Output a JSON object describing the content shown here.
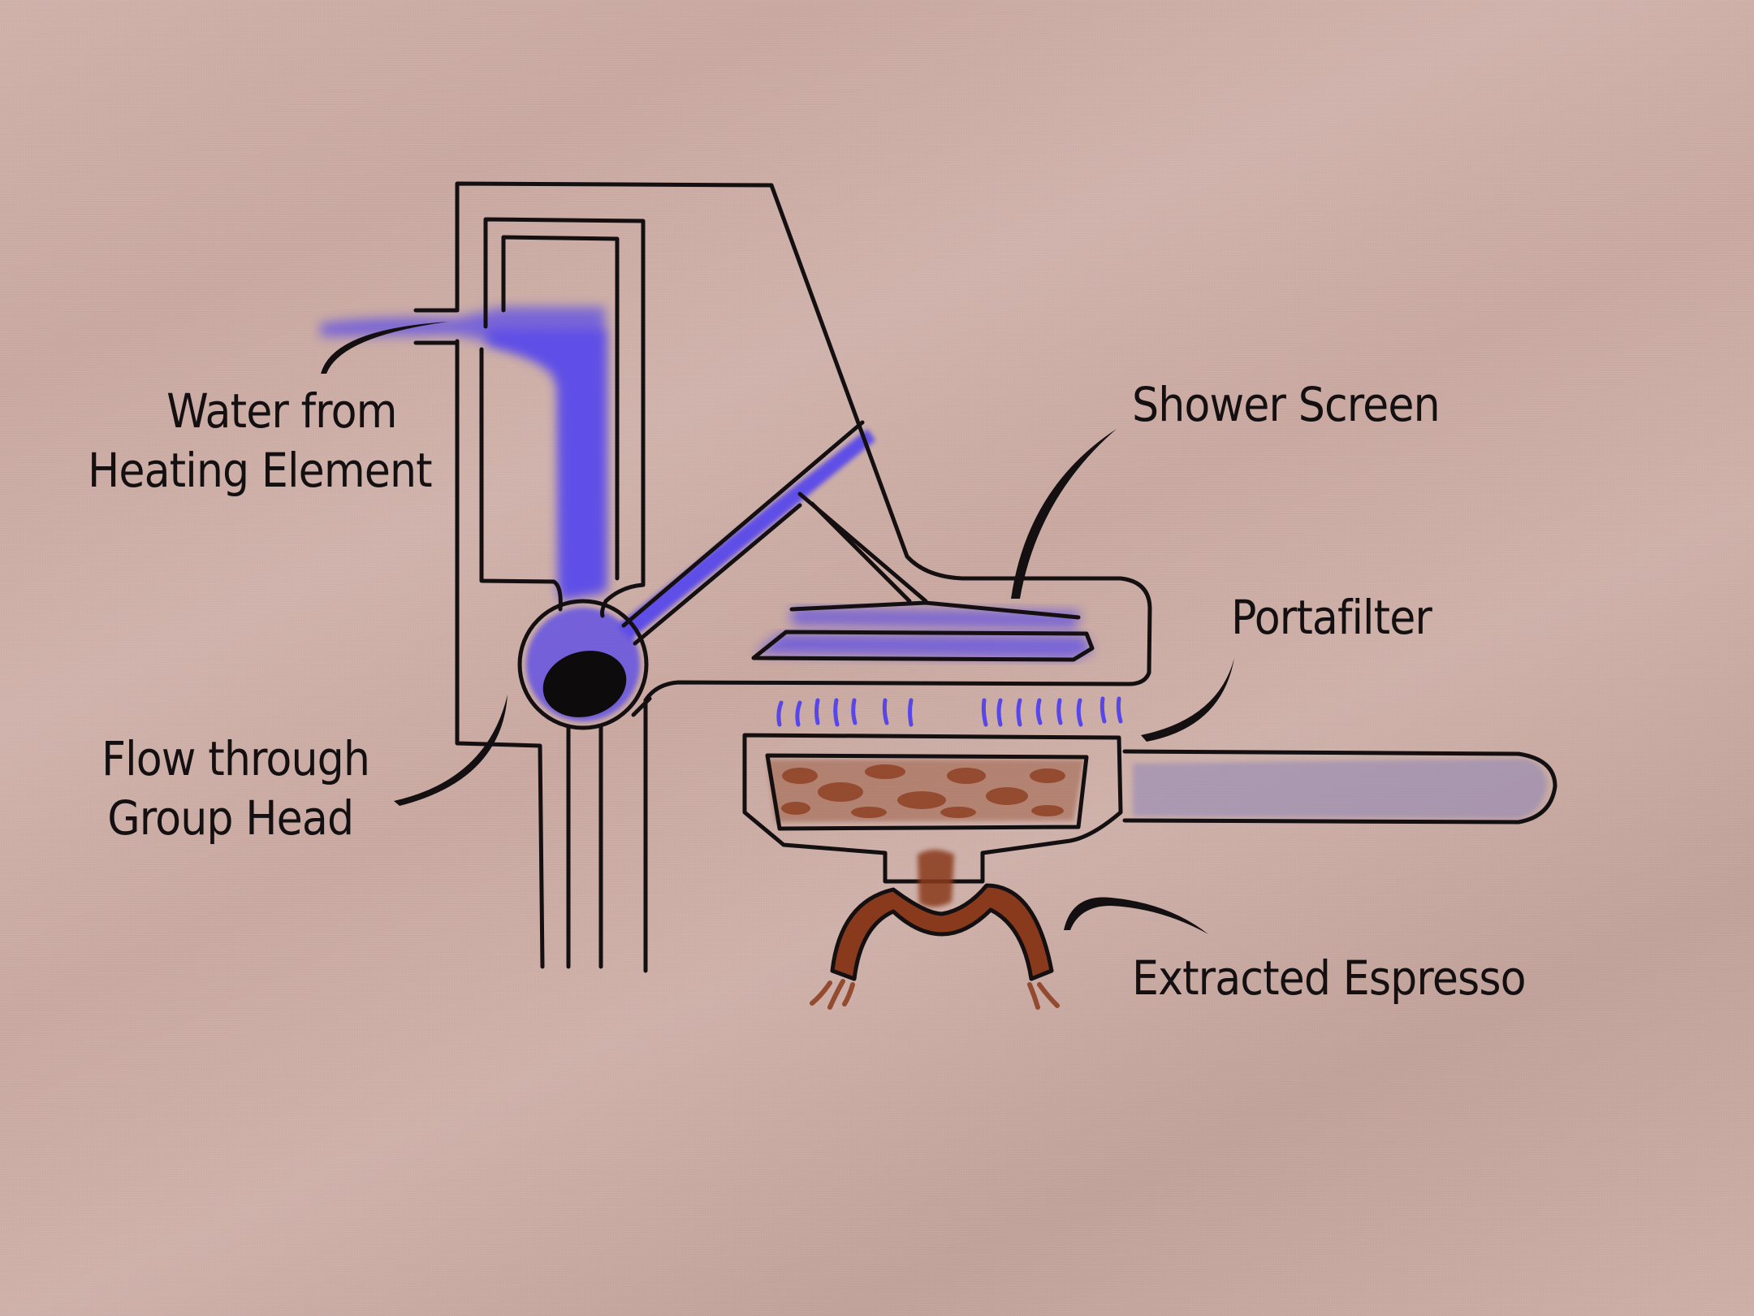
{
  "labels": {
    "water_line1": "Water from",
    "water_line2": "Heating Element",
    "flow_line1": "Flow through",
    "flow_line2": "Group Head",
    "shower_screen": "Shower Screen",
    "portafilter": "Portafilter",
    "extracted_espresso": "Extracted Espresso"
  },
  "colors": {
    "background": "#caa9a1",
    "outline": "#141012",
    "water": "#4b3cf2",
    "coffee": "#8a3a1c",
    "handle": "#8f86b8"
  }
}
